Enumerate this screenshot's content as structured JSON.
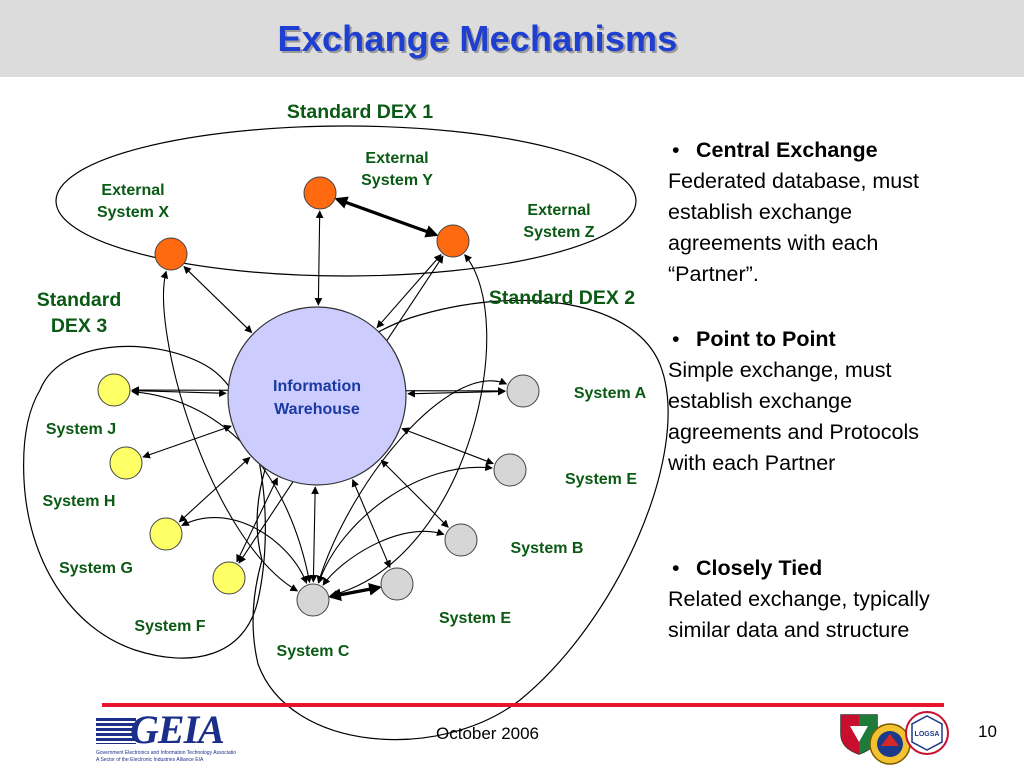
{
  "slide": {
    "title": "Exchange Mechanisms",
    "footer_date": "October 2006",
    "page_number": "10"
  },
  "diagram": {
    "groups": [
      {
        "id": "dex1",
        "label": [
          "Standard DEX 1"
        ]
      },
      {
        "id": "dex2",
        "label": [
          "Standard DEX 2"
        ]
      },
      {
        "id": "dex3",
        "label": [
          "Standard",
          "DEX 3"
        ]
      }
    ],
    "hub": {
      "id": "iw",
      "label": [
        "Information",
        "Warehouse"
      ]
    },
    "nodes": [
      {
        "id": "x",
        "label": [
          "External",
          "System X"
        ],
        "kind": "external"
      },
      {
        "id": "y",
        "label": [
          "External",
          "System Y"
        ],
        "kind": "external"
      },
      {
        "id": "z",
        "label": [
          "External",
          "System Z"
        ],
        "kind": "external"
      },
      {
        "id": "a",
        "label": [
          "System A"
        ],
        "kind": "dex2"
      },
      {
        "id": "e1",
        "label": [
          "System E"
        ],
        "kind": "dex2"
      },
      {
        "id": "b",
        "label": [
          "System B"
        ],
        "kind": "dex2"
      },
      {
        "id": "e2",
        "label": [
          "System E"
        ],
        "kind": "dex2"
      },
      {
        "id": "c",
        "label": [
          "System C"
        ],
        "kind": "dex2"
      },
      {
        "id": "j",
        "label": [
          "System J"
        ],
        "kind": "dex3"
      },
      {
        "id": "h",
        "label": [
          "System H"
        ],
        "kind": "dex3"
      },
      {
        "id": "g",
        "label": [
          "System G"
        ],
        "kind": "dex3"
      },
      {
        "id": "f",
        "label": [
          "System F"
        ],
        "kind": "dex3"
      }
    ],
    "links": [
      {
        "from": "x",
        "to": "iw",
        "style": "thin"
      },
      {
        "from": "y",
        "to": "iw",
        "style": "thin"
      },
      {
        "from": "z",
        "to": "iw",
        "style": "thin"
      },
      {
        "from": "y",
        "to": "z",
        "style": "thick"
      },
      {
        "from": "iw",
        "to": "a",
        "style": "thin"
      },
      {
        "from": "iw",
        "to": "e1",
        "style": "thin"
      },
      {
        "from": "iw",
        "to": "b",
        "style": "thin"
      },
      {
        "from": "iw",
        "to": "e2",
        "style": "thin"
      },
      {
        "from": "iw",
        "to": "c",
        "style": "thin"
      },
      {
        "from": "iw",
        "to": "j",
        "style": "thin"
      },
      {
        "from": "iw",
        "to": "h",
        "style": "thin"
      },
      {
        "from": "iw",
        "to": "g",
        "style": "thin"
      },
      {
        "from": "iw",
        "to": "f",
        "style": "thin"
      },
      {
        "from": "c",
        "to": "e2",
        "style": "thick"
      },
      {
        "from": "x",
        "to": "c",
        "style": "curve"
      },
      {
        "from": "z",
        "to": "c",
        "style": "curve"
      },
      {
        "from": "a",
        "to": "c",
        "style": "curve"
      },
      {
        "from": "e1",
        "to": "c",
        "style": "curve"
      },
      {
        "from": "b",
        "to": "c",
        "style": "curve"
      },
      {
        "from": "j",
        "to": "c",
        "style": "curve"
      },
      {
        "from": "g",
        "to": "c",
        "style": "curve"
      },
      {
        "from": "j",
        "to": "a",
        "style": "thin"
      },
      {
        "from": "f",
        "to": "z",
        "style": "thin"
      }
    ]
  },
  "bullets": [
    {
      "head": "Central Exchange",
      "lines": [
        "Federated database, must",
        "establish exchange",
        "agreements with each",
        "“Partner”."
      ]
    },
    {
      "head": "Point to Point",
      "lines": [
        "Simple exchange, must",
        "establish exchange",
        "agreements and Protocols",
        "with each Partner"
      ]
    },
    {
      "head": "Closely Tied",
      "lines": [
        "Related exchange, typically",
        "similar data and structure"
      ]
    }
  ],
  "logos": {
    "geia": {
      "mark": "GEIA",
      "caption": "Government Electronics and Information Technology Association",
      "sub": "A Sector of the Electronic Industries Alliance  EIA"
    },
    "logsa": {
      "text": "LOGSA"
    }
  },
  "colors": {
    "title": "#1f3fd0",
    "group_label": "#0a5a14",
    "node_label": "#0a5a14",
    "hub_label": "#1a3aa0",
    "hub_fill": "#ccccff",
    "external_fill": "#ff6a10",
    "dex3_fill": "#ffff66",
    "dex2_fill": "#d6d6d6",
    "footer_line": "#e8132d"
  }
}
